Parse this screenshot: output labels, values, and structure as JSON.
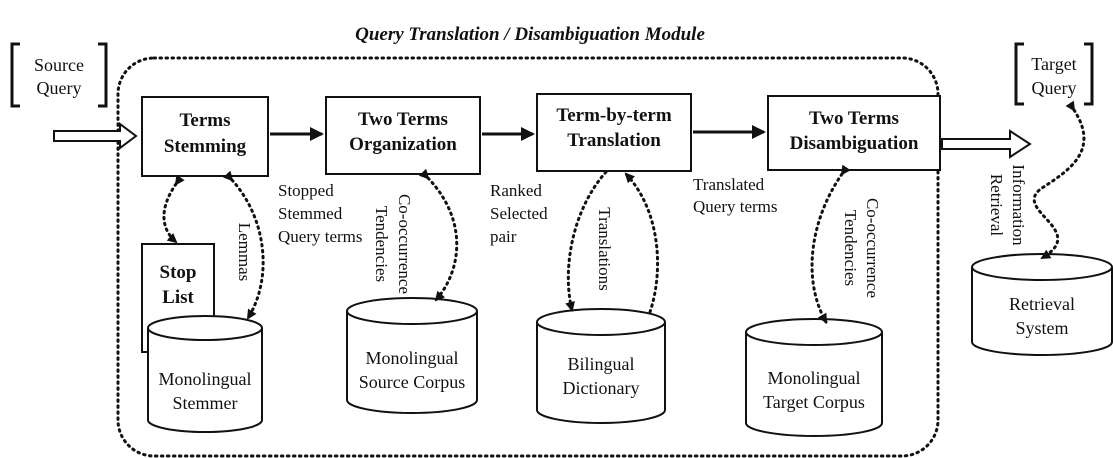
{
  "title": "Query Translation / Disambiguation Module",
  "source_query": [
    "Source",
    "Query"
  ],
  "target_query": [
    "Target",
    "Query"
  ],
  "steps": {
    "stemming": [
      "Terms",
      "Stemming"
    ],
    "organization": [
      "Two Terms",
      "Organization"
    ],
    "translation": [
      "Term-by-term",
      "Translation"
    ],
    "disambiguation": [
      "Two Terms",
      "Disambiguation"
    ]
  },
  "stop_list": [
    "Stop",
    "List"
  ],
  "resources": {
    "stemmer": [
      "Monolingual",
      "Stemmer"
    ],
    "source_corpus": [
      "Monolingual",
      "Source Corpus"
    ],
    "dictionary": [
      "Bilingual",
      "Dictionary"
    ],
    "target_corpus": [
      "Monolingual",
      "Target Corpus"
    ],
    "retrieval_system": [
      "Retrieval",
      "System"
    ]
  },
  "edge_labels": {
    "stemmed_terms": [
      "Stopped",
      "Stemmed",
      "Query terms"
    ],
    "ranked_pair": [
      "Ranked",
      "Selected",
      "pair"
    ],
    "translated_terms": [
      "Translated",
      "Query terms"
    ],
    "lemmas": "Lemmas",
    "source_cooccurrence": [
      "Co-occurrence",
      "Tendencies"
    ],
    "translations": "Translations",
    "target_cooccurrence": [
      "Co-occurrence",
      "Tendencies"
    ],
    "information_retrieval": [
      "Information",
      "Retrieval"
    ]
  }
}
